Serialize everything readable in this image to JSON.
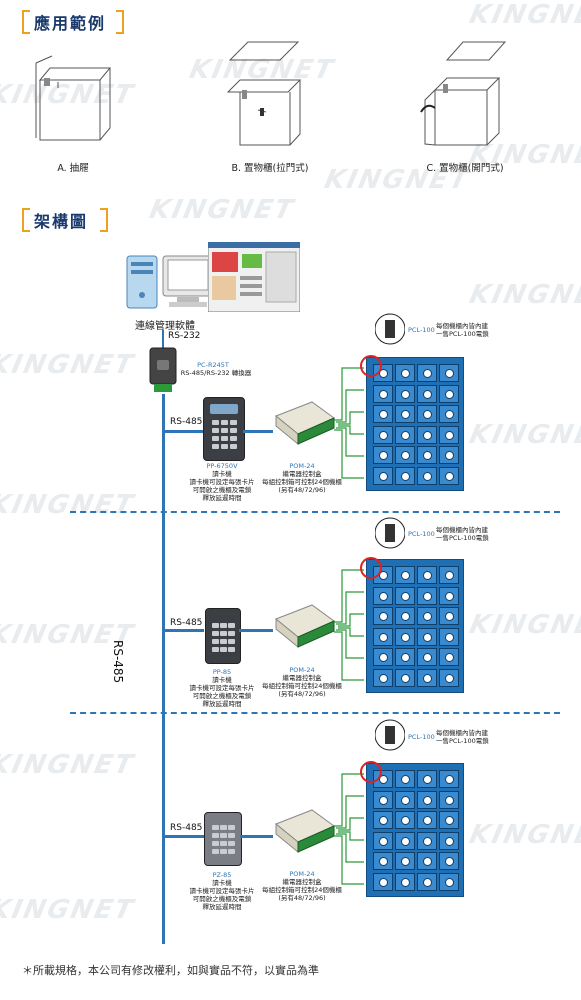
{
  "sections": {
    "application_title": "應用範例",
    "architecture_title": "架構圖"
  },
  "watermark_text": "KINGNET",
  "applications": [
    {
      "caption": "A. 抽屜"
    },
    {
      "caption": "B. 置物櫃(拉門式)"
    },
    {
      "caption": "C. 置物櫃(開門式)"
    }
  ],
  "diagram": {
    "software_label": "連線管理軟體",
    "rs232_label": "RS-232",
    "rs485_main_label": "RS-485",
    "converter": {
      "model": "PC-R245T",
      "desc": "RS-485/RS-232 轉換器"
    },
    "groups": [
      {
        "rs485_label": "RS-485",
        "reader_model": "PP-6750V",
        "reader_name": "讀卡機",
        "reader_desc_1": "讀卡機可設定每張卡片",
        "reader_desc_2": "可開啟之機櫃及電鎖",
        "reader_desc_3": "釋放延遲時間",
        "controller_model": "POM-24",
        "controller_name": "繼電器控制盒",
        "controller_desc_1": "每組控制箱可控制24個機櫃",
        "controller_desc_2": "(另有48/72/96)",
        "lock_model": "PCL-100",
        "lock_desc_1": "每個機櫃內皆內建",
        "lock_desc_2": "一售PCL-100電鎖"
      },
      {
        "rs485_label": "RS-485",
        "reader_model": "PP-85",
        "reader_name": "讀卡機",
        "reader_desc_1": "讀卡機可設定每張卡片",
        "reader_desc_2": "可開啟之機櫃及電鎖",
        "reader_desc_3": "釋放延遲時間",
        "controller_model": "POM-24",
        "controller_name": "繼電器控制盒",
        "controller_desc_1": "每組控制箱可控制24個機櫃",
        "controller_desc_2": "(另有48/72/96)",
        "lock_model": "PCL-100",
        "lock_desc_1": "每個機櫃內皆內建",
        "lock_desc_2": "一售PCL-100電鎖"
      },
      {
        "rs485_label": "RS-485",
        "reader_model": "PZ-85",
        "reader_name": "讀卡機",
        "reader_desc_1": "讀卡機可設定每張卡片",
        "reader_desc_2": "可開啟之機櫃及電鎖",
        "reader_desc_3": "釋放延遲時間",
        "controller_model": "POM-24",
        "controller_name": "繼電器控制盒",
        "controller_desc_1": "每組控制箱可控制24個機櫃",
        "controller_desc_2": "(另有48/72/96)",
        "lock_model": "PCL-100",
        "lock_desc_1": "每個機櫃內皆內建",
        "lock_desc_2": "一售PCL-100電鎖"
      }
    ]
  },
  "footer_note": "＊所載規格，本公司有修改權利，如與實品不符，以實品為準",
  "colors": {
    "accent_orange": "#f0a020",
    "title_navy": "#1a3a6e",
    "line_blue": "#2e75b6",
    "cabinet_blue": "#1f6fb4",
    "highlight_red": "#dd2222"
  }
}
